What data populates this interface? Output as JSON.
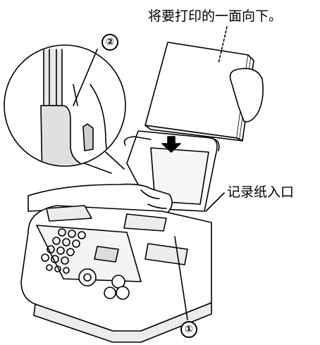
{
  "labels": {
    "paper_instruction": "将要打印的一面向下。",
    "paper_inlet": "记录纸入口",
    "callout_1": "①",
    "callout_2": "②"
  },
  "icons": [
    "down-arrow-icon",
    "paper-stack",
    "fax-machine",
    "hand",
    "zoom-detail-circle"
  ]
}
